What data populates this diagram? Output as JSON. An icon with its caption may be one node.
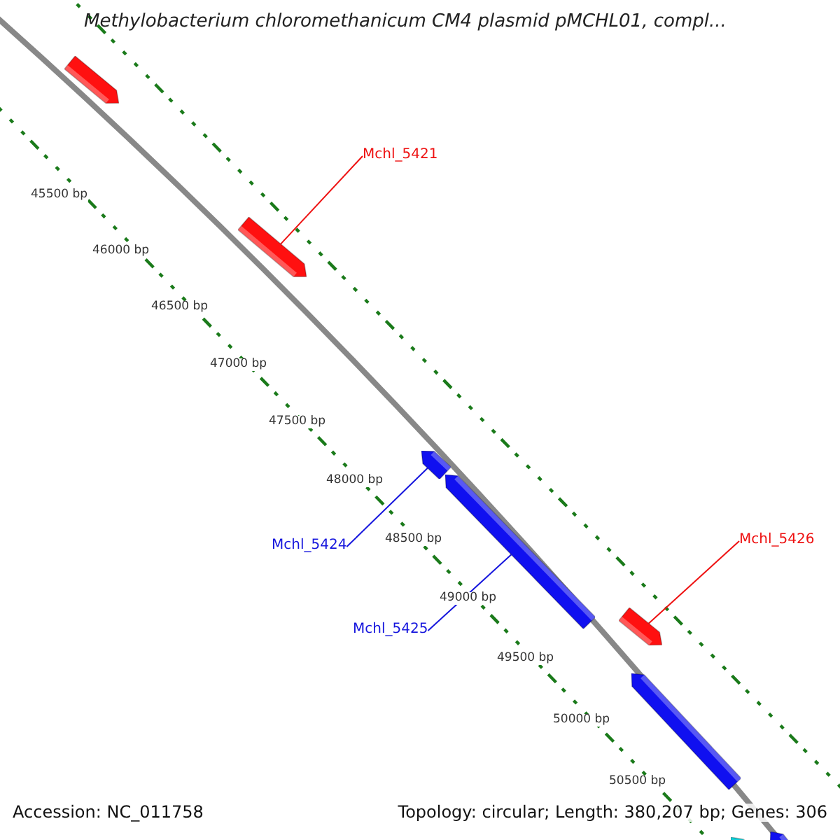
{
  "diagram": {
    "title": "Methylobacterium chloromethanicum CM4 plasmid pMCHL01, compl...",
    "nodes": [
      {
        "text": [],
        "shape": "bar"
      },
      {
        "text": [
          "Mchl_5421"
        ]
      },
      {
        "text": [],
        "shape": "bar"
      },
      {
        "text": [],
        "shape": "bar"
      },
      {
        "text": [
          "Mchl_5424"
        ]
      },
      {
        "text": [],
        "shape": "bar"
      },
      {
        "text": [
          "Mchl_5425"
        ]
      },
      {
        "text": [
          "Mchl_5426"
        ]
      },
      {
        "text": [],
        "shape": "bar"
      },
      {
        "text": [],
        "shape": "bar"
      },
      {
        "text": [],
        "shape": "bar"
      },
      {
        "text": [],
        "shape": "bar"
      }
    ],
    "edges": [
      {
        "from": 1,
        "to": 2,
        "arrow": "none",
        "color": "#ee1111"
      },
      {
        "from": 4,
        "to": 3,
        "arrow": "none",
        "color": "#1515dd"
      },
      {
        "from": 6,
        "to": 5,
        "arrow": "none",
        "color": "#1515dd"
      },
      {
        "from": 7,
        "to": 8,
        "arrow": "none",
        "color": "#ee1111"
      }
    ],
    "labels": [
      "45500 bp",
      "46000 bp",
      "46500 bp",
      "47000 bp",
      "47500 bp",
      "48000 bp",
      "48500 bp",
      "49000 bp",
      "49500 bp",
      "50000 bp",
      "50500 bp",
      "Accession: NC_011758",
      "Topology: circular; Length: 380,207 bp; Genes: 306"
    ]
  }
}
